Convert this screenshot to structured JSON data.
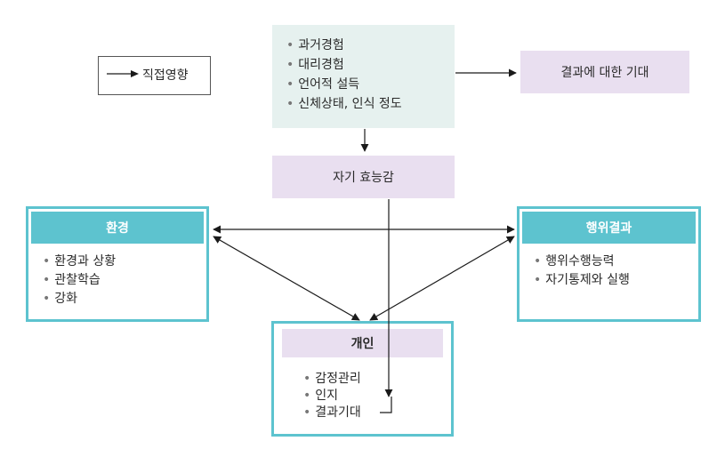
{
  "legend": {
    "label": "직접영향"
  },
  "sources": {
    "items": [
      "과거경험",
      "대리경험",
      "언어적 설득",
      "신체상태, 인식 정도"
    ]
  },
  "outcome_expectation": {
    "label": "결과에 대한 기대"
  },
  "self_efficacy": {
    "label": "자기 효능감"
  },
  "environment": {
    "title": "환경",
    "items": [
      "환경과 상황",
      "관찰학습",
      "강화"
    ]
  },
  "behavior_outcome": {
    "title": "행위결과",
    "items": [
      "행위수행능력",
      "자기통제와 실행"
    ]
  },
  "individual": {
    "title": "개인",
    "items": [
      "감정관리",
      "인지",
      "결과기대"
    ]
  },
  "colors": {
    "teal": "#5dc3cf",
    "mint": "#e6f1ef",
    "lavender": "#e9dff0",
    "line": "#1a1a1a"
  }
}
